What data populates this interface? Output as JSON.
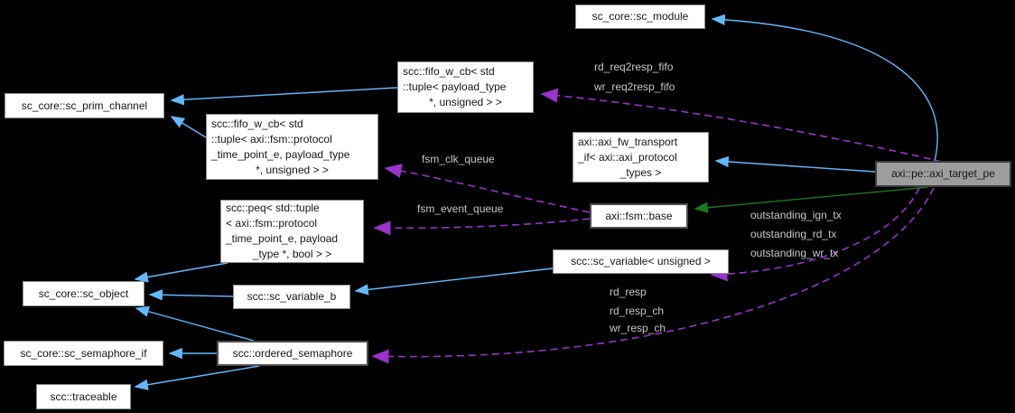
{
  "diagram": {
    "type": "doxygen-collaboration-graph",
    "background": "#000000",
    "colors": {
      "edge-blue": "#63b8ff",
      "edge-green": "#1c771c",
      "edge-purple": "#9a32cd",
      "node-bg": "#ffffff",
      "node-border": "#8d8d8d",
      "node-text": "#161616",
      "current-node-bg": "#9d9d9d",
      "current-node-border": "#3c3c3c",
      "edge-label-text": "#c9c9c9"
    },
    "nodes": {
      "sc_module": {
        "label": "sc_core::sc_module"
      },
      "fifo_w_cb_payload": {
        "lines": [
          "scc::fifo_w_cb< std",
          "::tuple< payload_type",
          "*, unsigned > >"
        ]
      },
      "prim_channel": {
        "label": "sc_core::sc_prim_channel"
      },
      "fifo_w_cb_tpe": {
        "lines": [
          "scc::fifo_w_cb< std",
          "::tuple< axi::fsm::protocol",
          "_time_point_e, payload_type",
          "*, unsigned > >"
        ]
      },
      "fw_transport_if": {
        "lines": [
          "axi::axi_fw_transport",
          "_if< axi::axi_protocol",
          "_types >"
        ]
      },
      "target_pe": {
        "label": "axi::pe::axi_target_pe",
        "current": true
      },
      "fsm_base": {
        "label": "axi::fsm::base"
      },
      "peq": {
        "lines": [
          "scc::peq< std::tuple",
          "< axi::fsm::protocol",
          "_time_point_e, payload",
          "_type *, bool > >"
        ]
      },
      "sc_variable_unsigned": {
        "label": "scc::sc_variable< unsigned >"
      },
      "sc_object": {
        "label": "sc_core::sc_object"
      },
      "sc_variable_b": {
        "label": "scc::sc_variable_b"
      },
      "semaphore_if": {
        "label": "sc_core::sc_semaphore_if"
      },
      "ordered_semaphore": {
        "label": "scc::ordered_semaphore"
      },
      "traceable": {
        "label": "scc::traceable"
      }
    },
    "edges": [
      {
        "from": "fifo_w_cb_payload",
        "to": "prim_channel",
        "kind": "public-inheritance",
        "labels": []
      },
      {
        "from": "fifo_w_cb_tpe",
        "to": "prim_channel",
        "kind": "public-inheritance",
        "labels": []
      },
      {
        "from": "target_pe",
        "to": "sc_module",
        "kind": "public-inheritance",
        "labels": []
      },
      {
        "from": "target_pe",
        "to": "fw_transport_if",
        "kind": "public-inheritance",
        "labels": []
      },
      {
        "from": "target_pe",
        "to": "fsm_base",
        "kind": "protected-inheritance",
        "labels": []
      },
      {
        "from": "peq",
        "to": "sc_object",
        "kind": "public-inheritance",
        "labels": []
      },
      {
        "from": "sc_variable_unsigned",
        "to": "sc_variable_b",
        "kind": "public-inheritance",
        "labels": []
      },
      {
        "from": "sc_variable_b",
        "to": "sc_object",
        "kind": "public-inheritance",
        "labels": []
      },
      {
        "from": "ordered_semaphore",
        "to": "sc_object",
        "kind": "public-inheritance",
        "labels": []
      },
      {
        "from": "ordered_semaphore",
        "to": "semaphore_if",
        "kind": "public-inheritance",
        "labels": []
      },
      {
        "from": "ordered_semaphore",
        "to": "traceable",
        "kind": "public-inheritance",
        "labels": []
      },
      {
        "from": "target_pe",
        "to": "fifo_w_cb_payload",
        "kind": "usage",
        "labels": [
          "rd_req2resp_fifo",
          "wr_req2resp_fifo"
        ]
      },
      {
        "from": "fsm_base",
        "to": "fifo_w_cb_tpe",
        "kind": "usage",
        "labels": [
          "fsm_clk_queue"
        ]
      },
      {
        "from": "fsm_base",
        "to": "peq",
        "kind": "usage",
        "labels": [
          "fsm_event_queue"
        ]
      },
      {
        "from": "target_pe",
        "to": "sc_variable_unsigned",
        "kind": "usage",
        "labels": [
          "outstanding_ign_tx",
          "outstanding_rd_tx",
          "outstanding_wr_tx"
        ]
      },
      {
        "from": "target_pe",
        "to": "ordered_semaphore",
        "kind": "usage",
        "labels": [
          "rd_resp",
          "rd_resp_ch",
          "wr_resp_ch"
        ]
      }
    ]
  }
}
